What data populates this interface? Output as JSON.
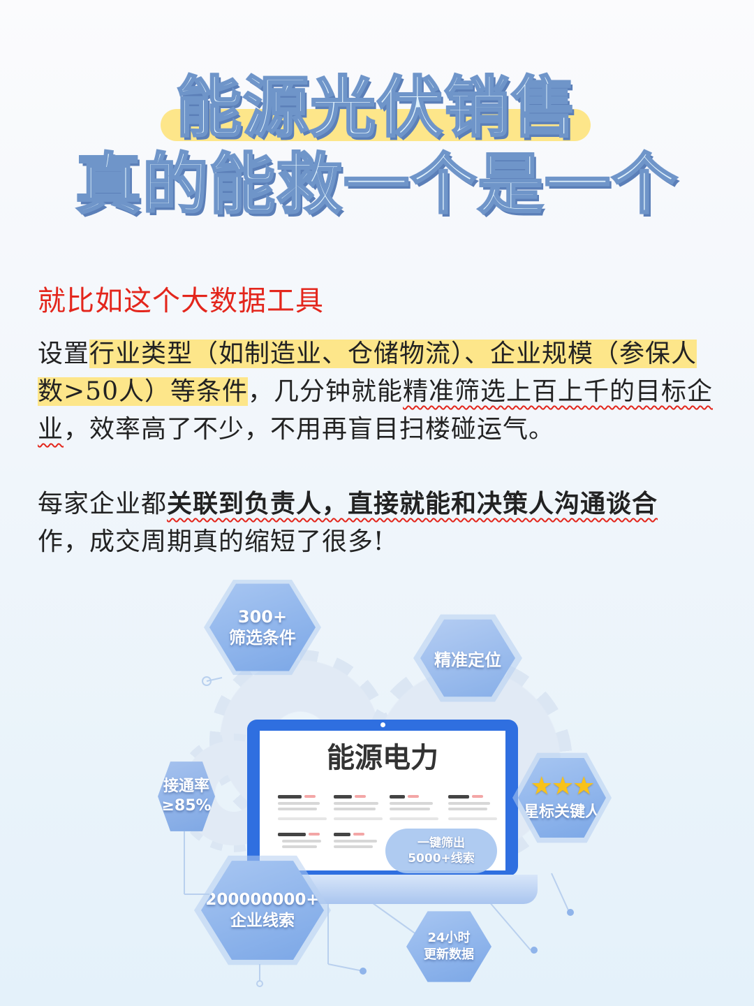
{
  "title": {
    "line1": "能源光伏销售",
    "line2": "真的能救一个是一个"
  },
  "subheading": "就比如这个大数据工具",
  "paragraph1": {
    "s1": "设置",
    "s2": "行业类型（如制造业、仓储物流）、企业规模（参保人数>50人）等条件",
    "s3": "，几分钟就能",
    "s4": "精准筛选上百上千的目标企业",
    "s5": "，效率高了不少，不用再盲目扫楼碰运气。"
  },
  "paragraph2": {
    "s1": "每家企业都",
    "s2": "关联到负责人，直接就能和决策人沟通谈合",
    "s3": "作，成交周期真的缩短了很多!"
  },
  "infographic": {
    "hex_filters": {
      "line1": "300+",
      "line2": "筛选条件"
    },
    "hex_precise": {
      "line1": "精准定位"
    },
    "hex_connect": {
      "line1": "接通率",
      "line2": "≥85%"
    },
    "hex_star": {
      "line1": "星标关键人"
    },
    "hex_leads": {
      "line1": "200000000+",
      "line2": "企业线索"
    },
    "hex_update": {
      "line1": "24小时",
      "line2": "更新数据"
    },
    "screen_title": "能源电力",
    "pill": {
      "line1": "一键筛出",
      "line2": "5000+线索"
    },
    "colors": {
      "hex": "#7aa6e6",
      "laptop": "#2f6fe0",
      "highlight": "#fde68a",
      "red": "#e3261c"
    }
  }
}
